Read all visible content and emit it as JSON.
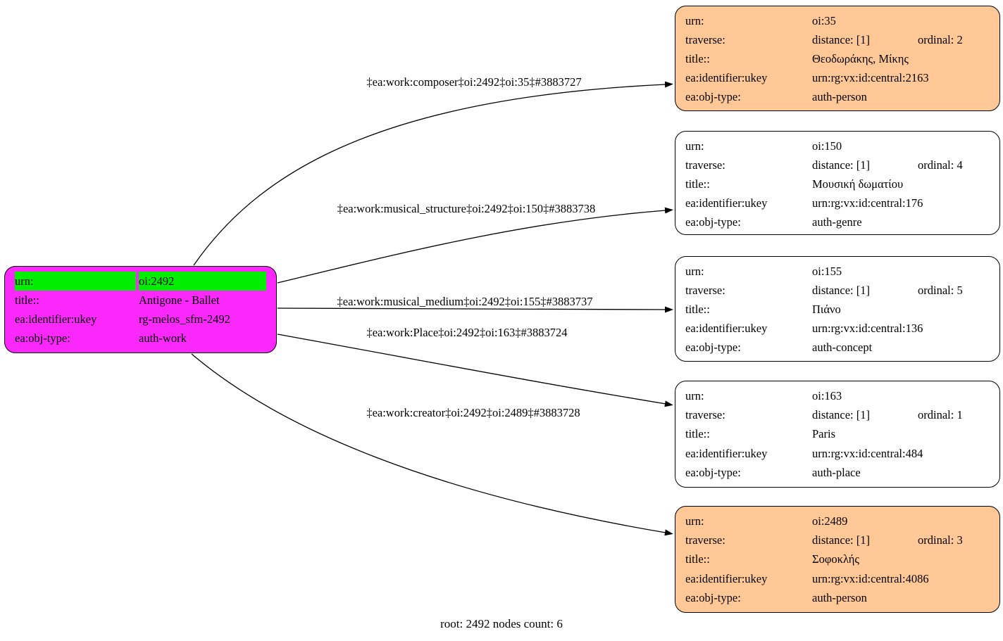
{
  "caption": "root: 2492 nodes count: 6",
  "colors": {
    "root_fill": "#FA28FA",
    "urn_highlight": "#00EE00",
    "person_fill": "#FFC896",
    "plain_fill": "#FFFFFF"
  },
  "keys": {
    "urn": "urn:",
    "traverse": "traverse:",
    "title": "title::",
    "ukey": "ea:identifier:ukey",
    "objtype": "ea:obj-type:"
  },
  "root": {
    "urn": "oi:2492",
    "title": "Antigone - Ballet",
    "ukey": "rg-melos_sfm-2492",
    "objtype": "auth-work"
  },
  "nodes": [
    {
      "urn": "oi:35",
      "distance": "distance: [1]",
      "ordinal": "ordinal: 2",
      "title": "Θεοδωράκης, Μίκης",
      "ukey": "urn:rg:vx:id:central:2163",
      "objtype": "auth-person"
    },
    {
      "urn": "oi:150",
      "distance": "distance: [1]",
      "ordinal": "ordinal: 4",
      "title": "Μουσική δωματίου",
      "ukey": "urn:rg:vx:id:central:176",
      "objtype": "auth-genre"
    },
    {
      "urn": "oi:155",
      "distance": "distance: [1]",
      "ordinal": "ordinal: 5",
      "title": "Πιάνο",
      "ukey": "urn:rg:vx:id:central:136",
      "objtype": "auth-concept"
    },
    {
      "urn": "oi:163",
      "distance": "distance: [1]",
      "ordinal": "ordinal: 1",
      "title": "Paris",
      "ukey": "urn:rg:vx:id:central:484",
      "objtype": "auth-place"
    },
    {
      "urn": "oi:2489",
      "distance": "distance: [1]",
      "ordinal": "ordinal: 3",
      "title": "Σοφοκλής",
      "ukey": "urn:rg:vx:id:central:4086",
      "objtype": "auth-person"
    }
  ],
  "edges": [
    {
      "label": "‡ea:work:composer‡oi:2492‡oi:35‡#3883727"
    },
    {
      "label": "‡ea:work:musical_structure‡oi:2492‡oi:150‡#3883738"
    },
    {
      "label": "‡ea:work:musical_medium‡oi:2492‡oi:155‡#3883737"
    },
    {
      "label": "‡ea:work:Place‡oi:2492‡oi:163‡#3883724"
    },
    {
      "label": "‡ea:work:creator‡oi:2492‡oi:2489‡#3883728"
    }
  ]
}
